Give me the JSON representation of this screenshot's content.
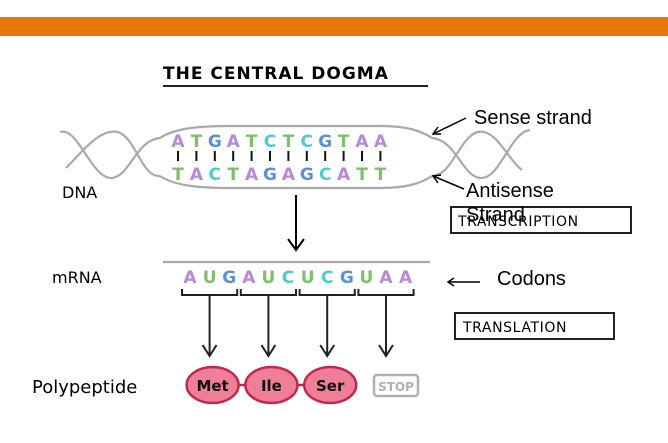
{
  "title": "THE CENTRAL DOGMA",
  "labels": {
    "dna": "DNA",
    "mrna": "mRNA",
    "polypeptide": "Polypeptide",
    "sense": "Sense strand",
    "antisense_1": "Antisense",
    "antisense_2": "Strand",
    "codons": "Codons",
    "transcription": "TRANSCRIPTION",
    "translation": "TRANSLATION"
  },
  "sense_strand": [
    "A",
    "T",
    "G",
    "A",
    "T",
    "C",
    "T",
    "C",
    "G",
    "T",
    "A",
    "A"
  ],
  "antisense_strand": [
    "T",
    "A",
    "C",
    "T",
    "A",
    "G",
    "A",
    "G",
    "C",
    "A",
    "T",
    "T"
  ],
  "mrna": [
    "A",
    "U",
    "G",
    "A",
    "U",
    "C",
    "U",
    "C",
    "G",
    "U",
    "A",
    "A"
  ],
  "amino_acids": [
    "Met",
    "Ile",
    "Ser"
  ],
  "stop": "STOP",
  "colors": {
    "A": "#B58AD6",
    "T": "#7DC06A",
    "G": "#5B8FD8",
    "C": "#4FC9C9",
    "U": "#7DC06A",
    "accent": "#E8780A",
    "amino_fill": "#EE7F97",
    "amino_stroke": "#C2274F"
  }
}
